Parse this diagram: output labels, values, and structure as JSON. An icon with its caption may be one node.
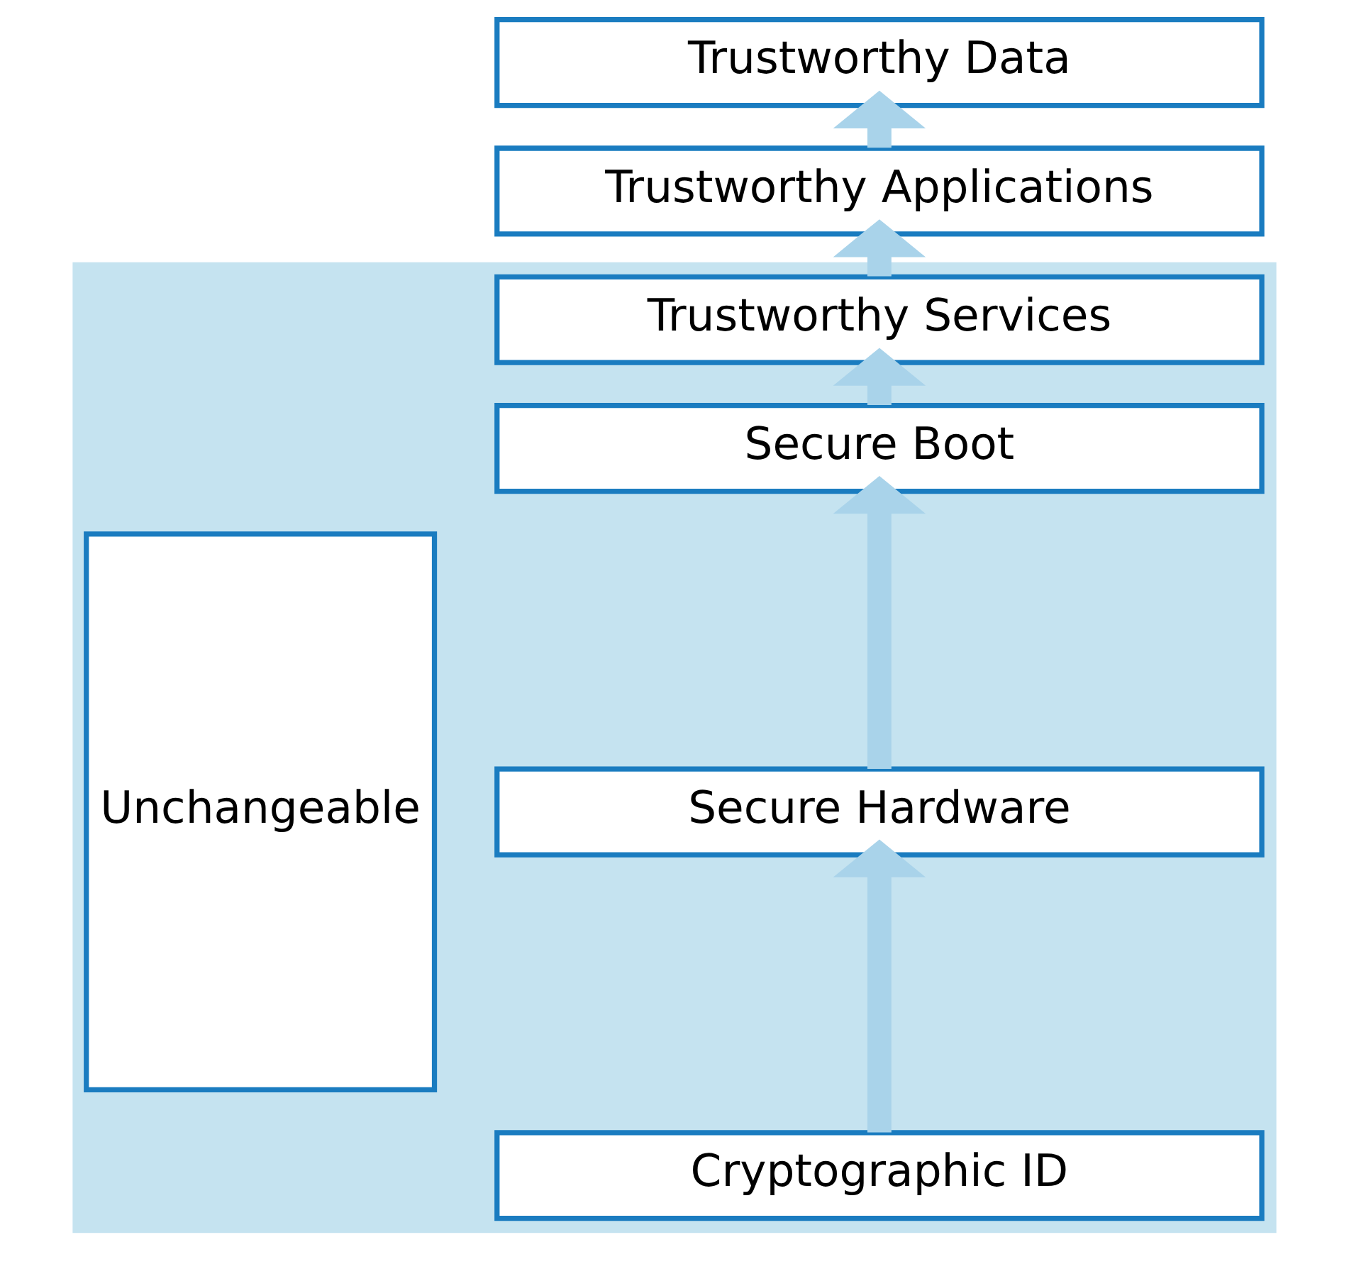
{
  "diagram": {
    "nodes": [
      {
        "text": [
          "Trustworthy Data"
        ]
      },
      {
        "text": [
          "Trustworthy Applications"
        ]
      },
      {
        "text": [],
        "shape": "box"
      },
      {
        "text": [
          "Unchangeable"
        ],
        "in": 2
      },
      {
        "text": [
          "Trustworthy Services"
        ],
        "in": 2
      },
      {
        "text": [
          "Secure Boot"
        ],
        "in": 2
      },
      {
        "text": [
          "Secure Hardware"
        ],
        "in": 2
      },
      {
        "text": [
          "Cryptographic ID"
        ],
        "in": 2
      }
    ],
    "edges": [
      {
        "from": 7,
        "to": 6,
        "arrow": "to"
      },
      {
        "from": 6,
        "to": 5,
        "arrow": "to"
      },
      {
        "from": 5,
        "to": 4,
        "arrow": "to"
      },
      {
        "from": 4,
        "to": 1,
        "arrow": "to"
      },
      {
        "from": 1,
        "to": 0,
        "arrow": "to"
      }
    ]
  }
}
